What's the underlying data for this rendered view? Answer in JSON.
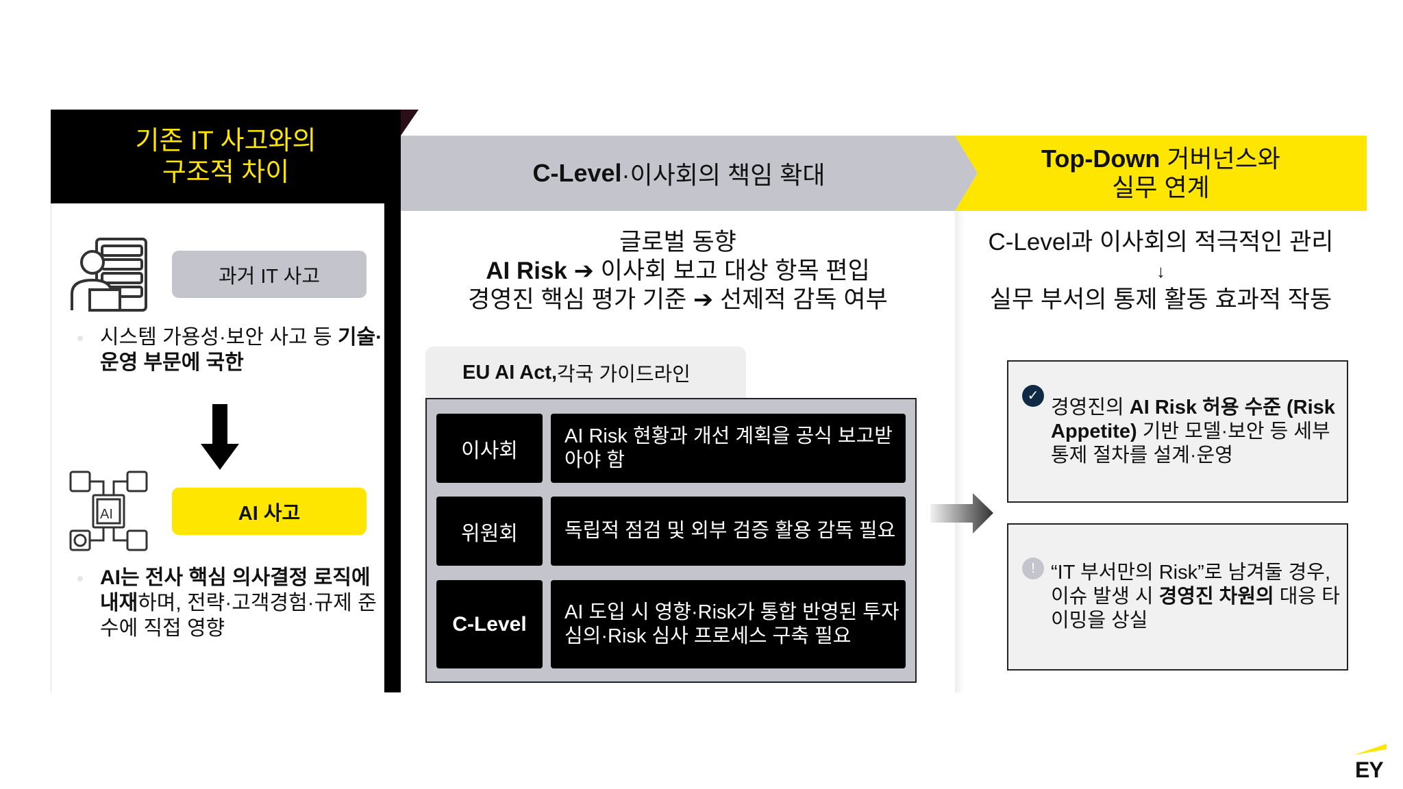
{
  "left": {
    "title_line1": "기존 IT 사고와의",
    "title_line2": "구조적 차이",
    "past_label": "과거 IT 사고",
    "past_desc_normal": "시스템 가용성·보안 사고 등 ",
    "past_desc_bold": "기술·운영 부문에 국한",
    "ai_label": "AI 사고",
    "ai_desc_bold": "AI는 전사 핵심 의사결정 로직에 내재",
    "ai_desc_normal": "하며, 전략·고객경험·규제 준수에 직접 영향",
    "icons": [
      "server-user-icon",
      "arrow-down-icon",
      "ai-network-icon"
    ]
  },
  "middle": {
    "header_bold": "C-Level",
    "header_normal": "·이사회의 책임 확대",
    "line1": "글로벌 동향",
    "line2_bold": "AI Risk",
    "line2_rest": "이사회 보고 대상 항목 편입",
    "line3_a": "경영진 핵심 평가 기준",
    "line3_b": "선제적 감독 여부",
    "arrow_glyph": "➔",
    "tab_bold": "EU AI Act,",
    "tab_normal": " 각국 가이드라인",
    "rows": [
      {
        "key": "이사회",
        "value": "AI Risk 현황과 개선 계획을 공식 보고받아야 함"
      },
      {
        "key": "위원회",
        "value": "독립적 점검 및 외부 검증 활용 감독 필요"
      },
      {
        "key": "C-Level",
        "value": "AI 도입 시 영향·Risk가 통합 반영된 투자심의·Risk 심사 프로세스 구축 필요"
      }
    ]
  },
  "right": {
    "header_bold": "Top-Down",
    "header_normal": " 거버넌스와",
    "header_line2": "실무 연계",
    "line1": "C-Level과 이사회의 적극적인 관리",
    "arrow_glyph": "↓",
    "line3": "실무 부서의 통제 활동 효과적 작동",
    "box1": {
      "icon": "check-circle-icon",
      "normal1": "경영진의 ",
      "bold": "AI Risk 허용 수준 (Risk Appetite)",
      "normal2": " 기반 모델·보안 등 세부 통제 절차를 설계·운영"
    },
    "box2": {
      "icon": "exclamation-circle-icon",
      "normal1": "“IT 부서만의 Risk”로 남겨둘 경우, 이슈 발생 시 ",
      "bold": "경영진 차원의",
      "normal2": " 대응 타이밍을 상실"
    }
  },
  "brand": {
    "logo": "EY"
  },
  "colors": {
    "yellow": "#ffe600",
    "gray": "#c4c4cd",
    "black": "#000000",
    "navy": "#0f2a44"
  }
}
